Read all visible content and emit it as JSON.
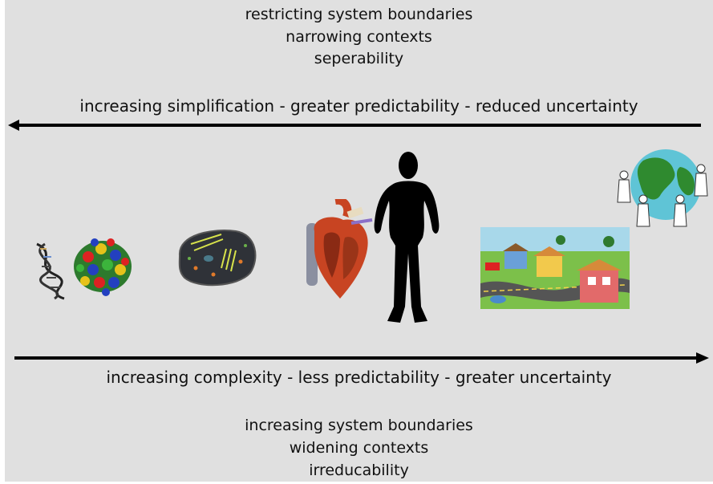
{
  "top": {
    "line1": "restricting system boundaries",
    "line2": "narrowing contexts",
    "line3": "seperability",
    "arrow_caption": "increasing simplification - greater predictability - reduced uncertainty"
  },
  "bottom": {
    "arrow_caption": "increasing complexity - less predictability - greater uncertainty",
    "line1": "increasing system boundaries",
    "line2": "widening contexts",
    "line3": "irreducability"
  },
  "images": [
    {
      "icon": "dna-icon"
    },
    {
      "icon": "protein-icon"
    },
    {
      "icon": "cell-icon"
    },
    {
      "icon": "heart-icon"
    },
    {
      "icon": "human-silhouette-icon"
    },
    {
      "icon": "community-icon"
    },
    {
      "icon": "globe-people-icon"
    }
  ],
  "colors": {
    "background": "#e0e0e0",
    "text": "#111111",
    "arrow": "#000000"
  }
}
